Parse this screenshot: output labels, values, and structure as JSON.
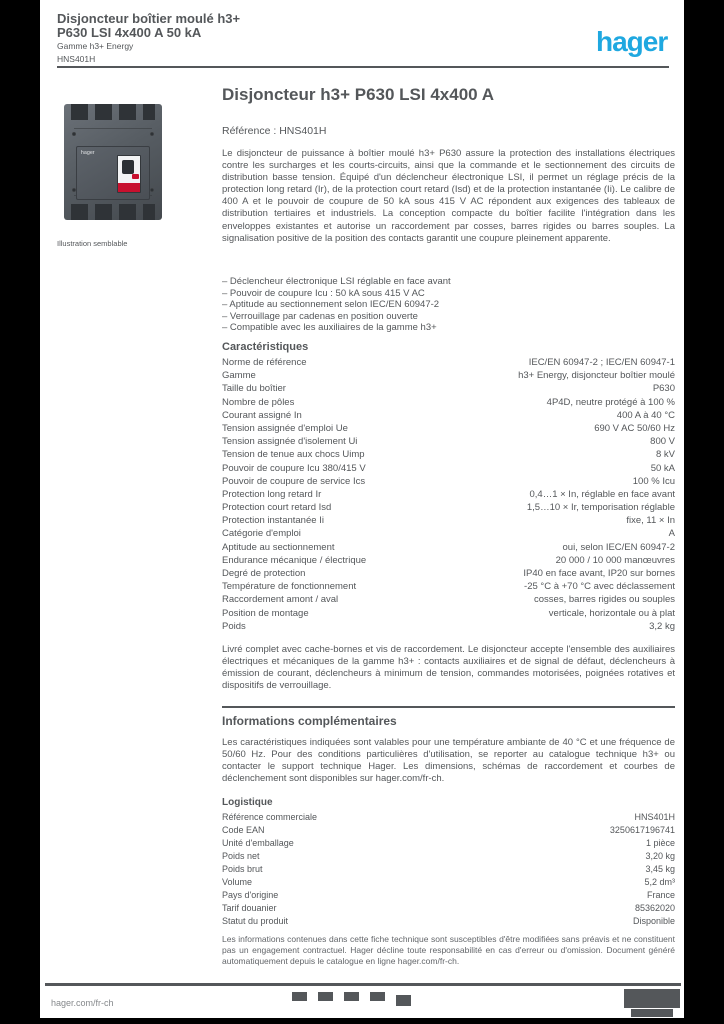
{
  "colors": {
    "accent": "#1FA8E0",
    "text": "#54575a",
    "alert_red": "#c8102e"
  },
  "header": {
    "line1": "Disjoncteur boîtier moulé h3+",
    "line2": "P630 LSI 4x400 A 50 kA",
    "line3": "Gamme h3+ Energy",
    "line4": "HNS401H",
    "logo": "hager"
  },
  "product": {
    "title": "Disjoncteur h3+ P630 LSI 4x400 A",
    "reference": "Référence : HNS401H",
    "caption": "Illustration semblable",
    "description": "Le disjoncteur de puissance à boîtier moulé h3+ P630 assure la protection des installations électriques contre les surcharges et les courts-circuits, ainsi que la commande et le sectionnement des circuits de distribution basse tension. Équipé d'un déclencheur électronique LSI, il permet un réglage précis de la protection long retard (Ir), de la protection court retard (Isd) et de la protection instantanée (Ii). Le calibre de 400 A et le pouvoir de coupure de 50 kA sous 415 V AC répondent aux exigences des tableaux de distribution tertiaires et industriels. La conception compacte du boîtier facilite l'intégration dans les enveloppes existantes et autorise un raccordement par cosses, barres rigides ou barres souples. La signalisation positive de la position des contacts garantit une coupure pleinement apparente.",
    "features": [
      "– Déclencheur électronique LSI réglable en face avant",
      "– Pouvoir de coupure Icu : 50 kA sous 415 V AC",
      "– Aptitude au sectionnement selon IEC/EN 60947-2",
      "– Verrouillage par cadenas en position ouverte",
      "– Compatible avec les auxiliaires de la gamme h3+"
    ]
  },
  "tech": {
    "heading": "Caractéristiques",
    "rows": [
      {
        "label": "Norme de référence",
        "value": "IEC/EN 60947-2 ; IEC/EN 60947-1"
      },
      {
        "label": "Gamme",
        "value": "h3+ Energy, disjoncteur boîtier moulé"
      },
      {
        "label": "Taille du boîtier",
        "value": "P630"
      },
      {
        "label": "Nombre de pôles",
        "value": "4P4D, neutre protégé à 100 %"
      },
      {
        "label": "Courant assigné In",
        "value": "400 A à 40 °C"
      },
      {
        "label": "Tension assignée d'emploi Ue",
        "value": "690 V AC 50/60 Hz"
      },
      {
        "label": "Tension assignée d'isolement Ui",
        "value": "800 V"
      },
      {
        "label": "Tension de tenue aux chocs Uimp",
        "value": "8 kV"
      },
      {
        "label": "Pouvoir de coupure Icu 380/415 V",
        "value": "50 kA"
      },
      {
        "label": "Pouvoir de coupure de service Ics",
        "value": "100 % Icu"
      },
      {
        "label": "Protection long retard Ir",
        "value": "0,4…1 × In, réglable en face avant"
      },
      {
        "label": "Protection court retard Isd",
        "value": "1,5…10 × Ir, temporisation réglable"
      },
      {
        "label": "Protection instantanée Ii",
        "value": "fixe, 11 × In"
      },
      {
        "label": "Catégorie d'emploi",
        "value": "A"
      },
      {
        "label": "Aptitude au sectionnement",
        "value": "oui, selon IEC/EN 60947-2"
      },
      {
        "label": "Endurance mécanique / électrique",
        "value": "20 000 / 10 000 manœuvres"
      },
      {
        "label": "Degré de protection",
        "value": "IP40 en face avant, IP20 sur bornes"
      },
      {
        "label": "Température de fonctionnement",
        "value": "-25 °C à +70 °C avec déclassement"
      },
      {
        "label": "Raccordement amont / aval",
        "value": "cosses, barres rigides ou souples"
      },
      {
        "label": "Position de montage",
        "value": "verticale, horizontale ou à plat"
      },
      {
        "label": "Poids",
        "value": "3,2 kg"
      }
    ]
  },
  "extra": {
    "text": "Livré complet avec cache-bornes et vis de raccordement. Le disjoncteur accepte l'ensemble des auxiliaires électriques et mécaniques de la gamme h3+ : contacts auxiliaires et de signal de défaut, déclencheurs à émission de courant, déclencheurs à minimum de tension, commandes motorisées, poignées rotatives et dispositifs de verrouillage."
  },
  "info": {
    "heading": "Informations complémentaires",
    "text": "Les caractéristiques indiquées sont valables pour une température ambiante de 40 °C et une fréquence de 50/60 Hz. Pour des conditions particulières d'utilisation, se reporter au catalogue technique h3+ ou contacter le support technique Hager. Les dimensions, schémas de raccordement et courbes de déclenchement sont disponibles sur hager.com/fr-ch."
  },
  "logistics": {
    "heading": "Logistique",
    "rows": [
      {
        "label": "Référence commerciale",
        "value": "HNS401H"
      },
      {
        "label": "Code EAN",
        "value": "3250617196741"
      },
      {
        "label": "Unité d'emballage",
        "value": "1 pièce"
      },
      {
        "label": "Poids net",
        "value": "3,20 kg"
      },
      {
        "label": "Poids brut",
        "value": "3,45 kg"
      },
      {
        "label": "Volume",
        "value": "5,2 dm³"
      },
      {
        "label": "Pays d'origine",
        "value": "France"
      },
      {
        "label": "Tarif douanier",
        "value": "85362020"
      },
      {
        "label": "Statut du produit",
        "value": "Disponible"
      }
    ]
  },
  "legal": {
    "text": "Les informations contenues dans cette fiche technique sont susceptibles d'être modifiées sans préavis et ne constituent pas un engagement contractuel. Hager décline toute responsabilité en cas d'erreur ou d'omission. Document généré automatiquement depuis le catalogue en ligne hager.com/fr-ch."
  },
  "footer": {
    "website": "hager.com/fr-ch"
  }
}
